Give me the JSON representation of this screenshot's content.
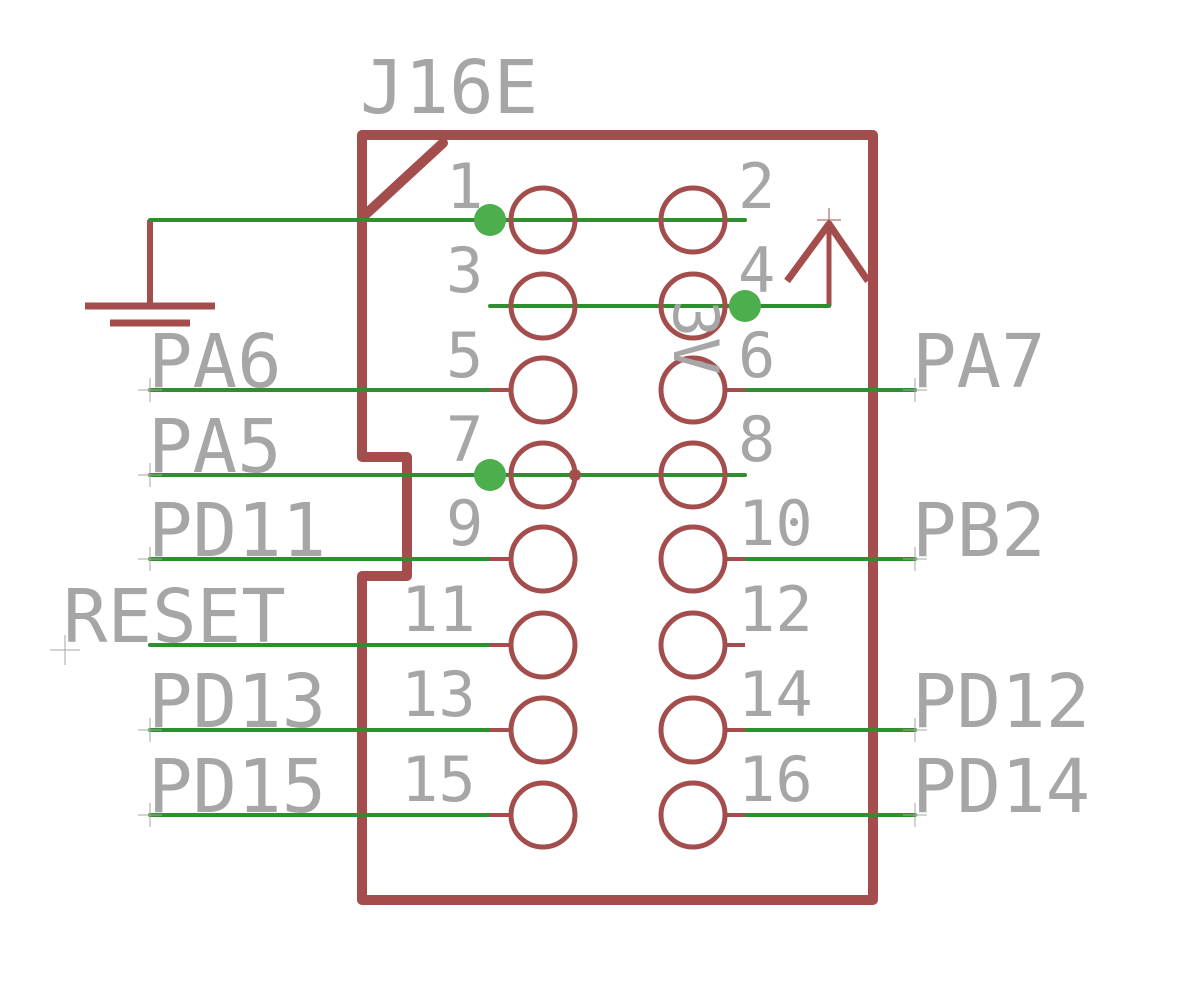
{
  "component": {
    "reference": "J16E",
    "pins": [
      {
        "number": "1"
      },
      {
        "number": "2"
      },
      {
        "number": "3"
      },
      {
        "number": "4"
      },
      {
        "number": "5"
      },
      {
        "number": "6"
      },
      {
        "number": "7"
      },
      {
        "number": "8"
      },
      {
        "number": "9"
      },
      {
        "number": "10"
      },
      {
        "number": "11"
      },
      {
        "number": "12"
      },
      {
        "number": "13"
      },
      {
        "number": "14"
      },
      {
        "number": "15"
      },
      {
        "number": "16"
      }
    ]
  },
  "nets": {
    "pa6": "PA6",
    "pa5": "PA5",
    "pd11": "PD11",
    "reset": "RESET",
    "pd13": "PD13",
    "pd15": "PD15",
    "pa7": "PA7",
    "pb2": "PB2",
    "pd12": "PD12",
    "pd14": "PD14",
    "power_symbol": "3V",
    "ground_symbol": "GND"
  },
  "colors": {
    "body": "#a34d4d",
    "wire": "#2f8f2f",
    "junction": "#4cae4c",
    "label": "#a6a6a6",
    "background": "#ffffff"
  }
}
